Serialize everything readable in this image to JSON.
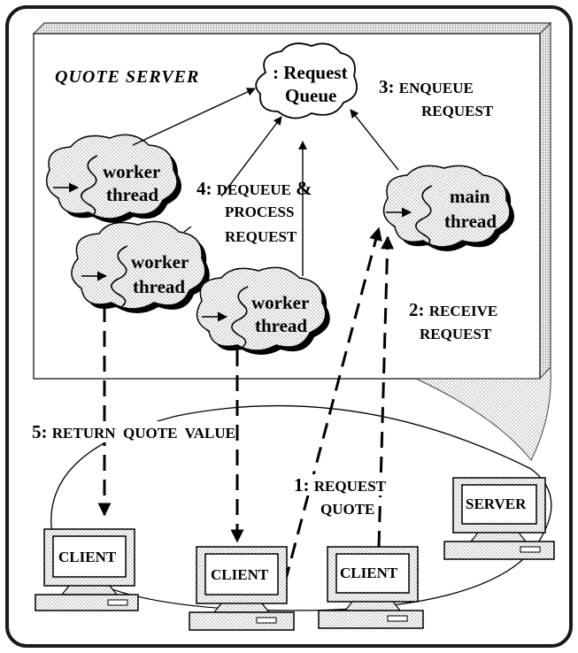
{
  "colors": {
    "frame": "#1a1a1a",
    "frame_fill": "#ffffff",
    "panel_edge": "#555555",
    "stipple": "#9a9a9a",
    "ink": "#000000"
  },
  "server_panel": {
    "title": "QUOTE SERVER"
  },
  "queue": {
    "line1": ": Request",
    "line2": "Queue"
  },
  "threads": {
    "worker_top": {
      "line1": "worker",
      "line2": "thread"
    },
    "worker_mid": {
      "line1": "worker",
      "line2": "thread"
    },
    "worker_low": {
      "line1": "worker",
      "line2": "thread"
    },
    "main": {
      "line1": "main",
      "line2": "thread"
    }
  },
  "steps": {
    "s1": {
      "num": "1:",
      "line1": "REQUEST",
      "line2": "QUOTE"
    },
    "s2": {
      "num": "2:",
      "line1": "RECEIVE",
      "line2": "REQUEST"
    },
    "s3": {
      "num": "3:",
      "line1": "ENQUEUE",
      "line2": "REQUEST"
    },
    "s4": {
      "num": "4:",
      "line1": "DEQUEUE",
      "amp": "&",
      "line2": "PROCESS",
      "line3": "REQUEST"
    },
    "s5": {
      "num": "5:",
      "line1": "RETURN  QUOTE  VALUE"
    }
  },
  "computers": {
    "client_left": "CLIENT",
    "client_mid": "CLIENT",
    "client_right": "CLIENT",
    "server": "SERVER"
  },
  "icons": {
    "thread_glyph": "squiggle-arrow-icon",
    "cloud": "cloud-shape",
    "computer": "desktop-computer-icon"
  }
}
